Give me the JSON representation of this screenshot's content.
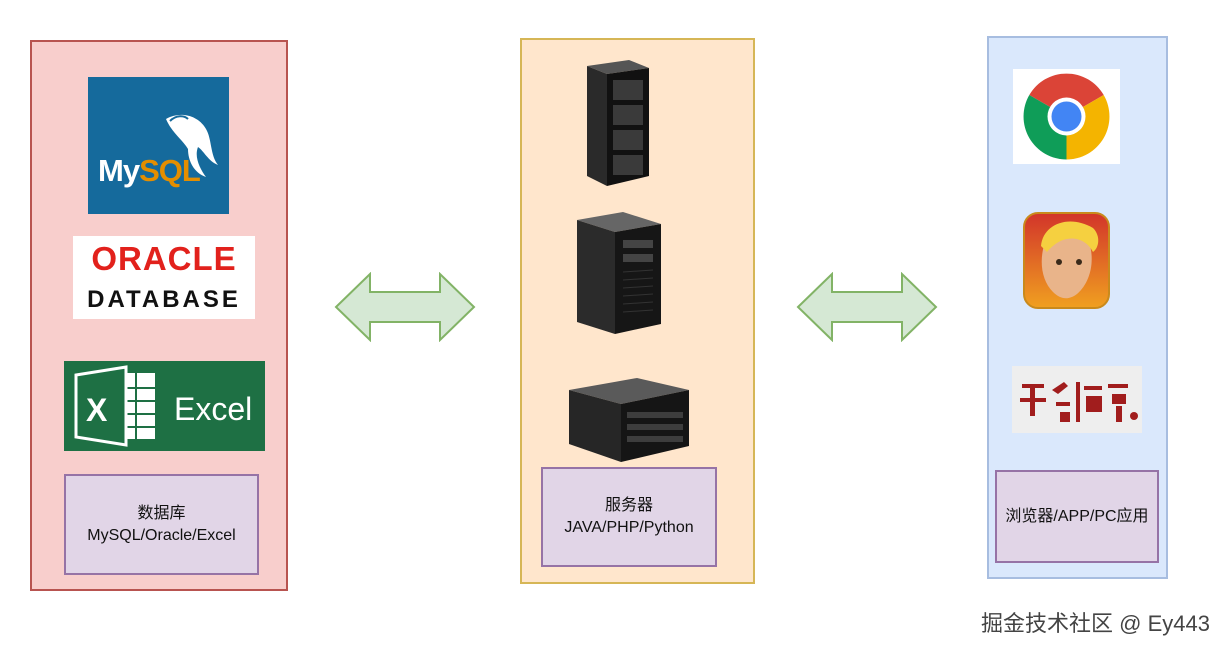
{
  "database": {
    "label_line1": "数据库",
    "label_line2": "MySQL/Oracle/Excel",
    "logos": {
      "mysql": {
        "my": "My",
        "sql": "SQL",
        "icon": "mysql-dolphin-icon"
      },
      "oracle": {
        "line1": "ORACLE",
        "line2": "DATABASE"
      },
      "excel": {
        "text": "Excel",
        "icon": "excel-icon"
      }
    }
  },
  "server": {
    "label_line1": "服务器",
    "label_line2": "JAVA/PHP/Python",
    "icons": [
      "server-tower-icon",
      "server-tower-icon",
      "server-rack-icon"
    ]
  },
  "client": {
    "label": "浏览器/APP/PC应用",
    "icons": [
      "chrome-icon",
      "game-app-icon",
      "rexue-chuanqi-icon"
    ]
  },
  "connections": [
    "bidirectional-arrow",
    "bidirectional-arrow"
  ],
  "colors": {
    "db_fill": "#f8cecc",
    "db_border": "#b85450",
    "server_fill": "#ffe6cc",
    "server_border": "#d6b656",
    "client_fill": "#dae8fc",
    "client_border": "#a7bde0",
    "label_fill": "#e1d5e7",
    "label_border": "#9673a6",
    "arrow_fill": "#d5e8d4",
    "arrow_stroke": "#82b366"
  },
  "watermark": "掘金技术社区 @ Ey443"
}
